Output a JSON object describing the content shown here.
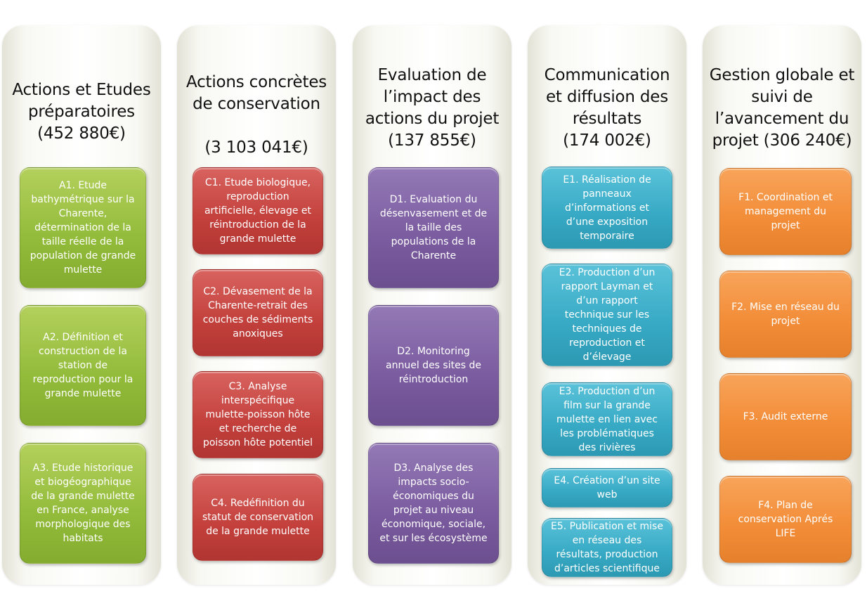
{
  "columns": [
    {
      "title": "Actions et Etudes\npréparatoires\n(452 880€)",
      "color": "#8fb83a",
      "cards": [
        "A1. Etude\nbathymétrique sur la\nCharente,\ndétermination de la\ntaille réelle de la\npopulation de grande\nmulette",
        "A2. Définition et\nconstruction de la\nstation de\nreproduction pour la\ngrande mulette",
        "A3. Etude historique\net biogéographique\nde la grande mulette\nen France, analyse\nmorphologique des\nhabitats"
      ]
    },
    {
      "title": "Actions concrètes\nde conservation\n\n(3 103 041€)",
      "color": "#c0403c",
      "cards": [
        "C1. Etude biologique,\nreproduction\nartificielle, élevage et\nréintroduction de la\ngrande mulette",
        "C2. Dévasement de la\nCharente-retrait des\ncouches de sédiments\nanoxiques",
        "C3. Analyse\ninterspécifique\nmulette-poisson hôte\net recherche de\npoisson hôte potentiel",
        "C4. Redéfinition du\nstatut de conservation\nde la grande mulette"
      ]
    },
    {
      "title": "Evaluation de\nl’impact des\nactions du projet\n(137 855€)",
      "color": "#7a5b9f",
      "cards": [
        "D1. Evaluation du\ndésenvasement et de\nla taille des\npopulations de la\nCharente",
        "D2. Monitoring\nannuel des sites de\nréintroduction",
        "D3. Analyse des\nimpacts socio-\néconomiques du\nprojet au niveau\néconomique, sociale,\net sur les écosystème"
      ]
    },
    {
      "title": "Communication\net diffusion des\nrésultats\n(174 002€)",
      "color": "#37a9c4",
      "cards": [
        "E1. Réalisation de\npanneaux\nd’informations et\nd’une exposition\ntemporaire",
        "E2. Production d’un\nrapport Layman et\nd’un rapport\ntechnique sur les\ntechniques de\nreproduction et\nd’élevage",
        "E3. Production d’un\nfilm sur la grande\nmulette en lien avec\nles problématiques\ndes rivières",
        "E4. Création d’un site\nweb",
        "E5. Publication et mise\nen réseau des\nrésultats, production\nd’articles scientifique"
      ]
    },
    {
      "title": "Gestion globale et\nsuivi de\nl’avancement du\nprojet (306 240€)",
      "color": "#f28c37",
      "cards": [
        "F1. Coordination et\nmanagement du\nprojet",
        "F2. Mise en réseau du\nprojet",
        "F3. Audit externe",
        "F4. Plan de\nconservation Aprés\nLIFE"
      ]
    }
  ]
}
